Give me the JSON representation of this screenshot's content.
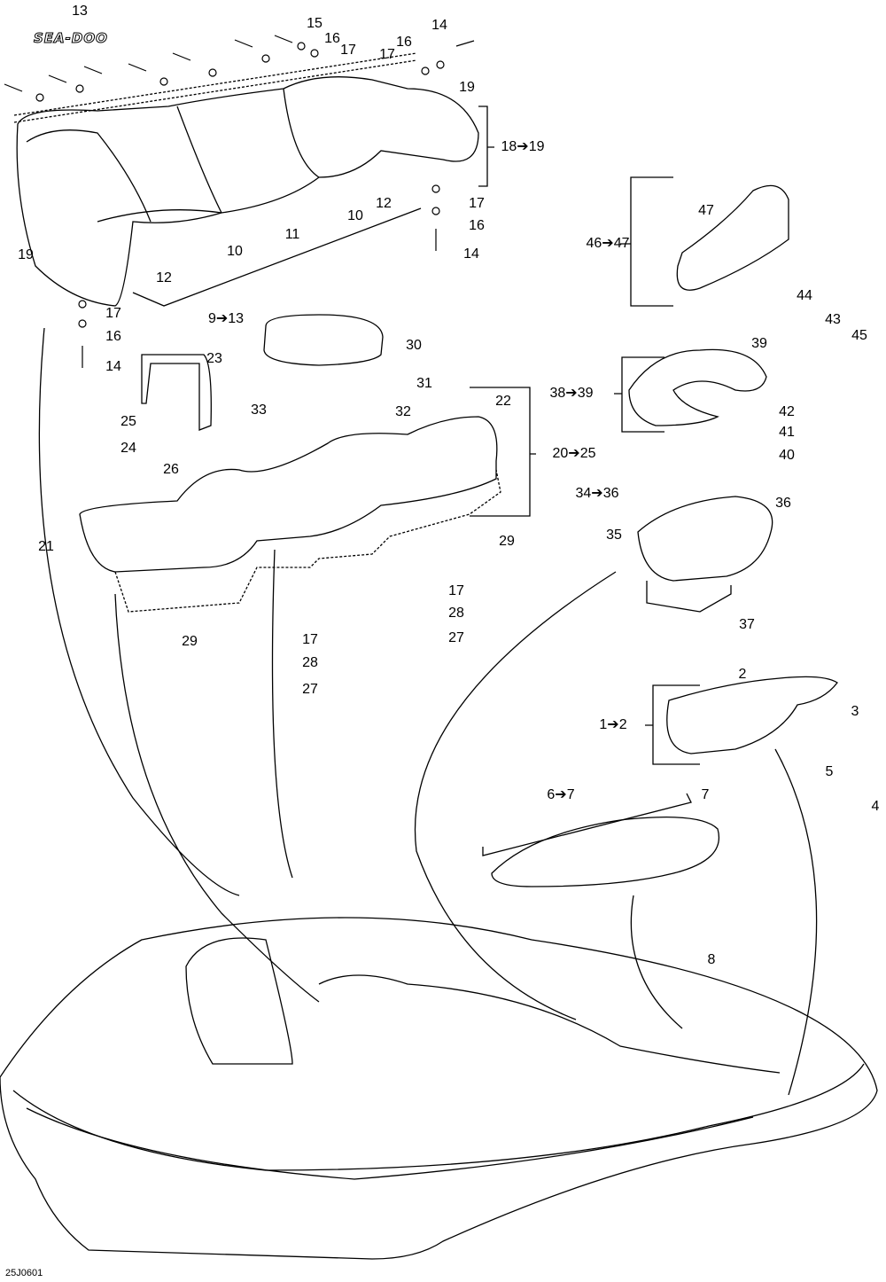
{
  "diagram": {
    "logo_text": "SEA-DOO",
    "reference_code": "25J0601",
    "labels": [
      "13",
      "15",
      "16",
      "17",
      "14",
      "16",
      "17",
      "19",
      "18➔19",
      "17",
      "16",
      "14",
      "12",
      "10",
      "11",
      "10",
      "12",
      "19",
      "9➔13",
      "17",
      "16",
      "14",
      "23",
      "30",
      "31",
      "33",
      "32",
      "22",
      "25",
      "24",
      "26",
      "20➔25",
      "21",
      "29",
      "17",
      "28",
      "27",
      "29",
      "17",
      "28",
      "27",
      "47",
      "46➔47",
      "44",
      "43",
      "45",
      "39",
      "38➔39",
      "42",
      "41",
      "40",
      "34➔36",
      "36",
      "35",
      "37",
      "2",
      "3",
      "1➔2",
      "5",
      "4",
      "6➔7",
      "7",
      "8"
    ]
  }
}
